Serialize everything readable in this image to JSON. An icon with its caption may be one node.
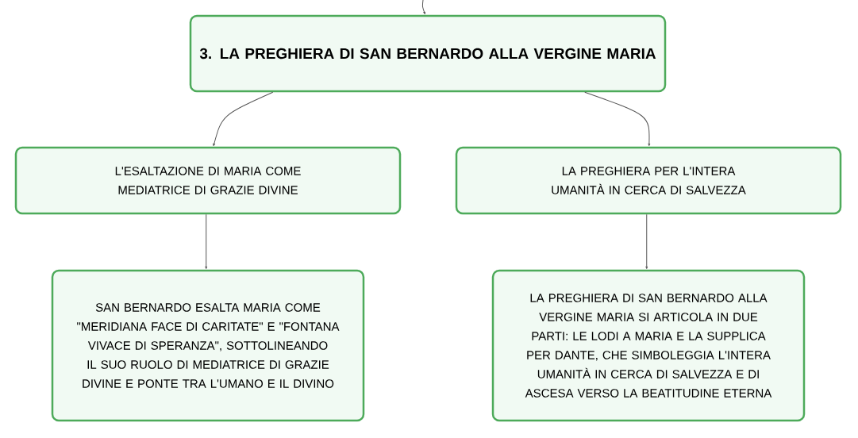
{
  "diagram": {
    "nodes": [
      {
        "text": [
          "3. LA PREGHIERA DI SAN BERNARDO ALLA VERGINE MARIA"
        ]
      },
      {
        "text": [
          "L'ESALTAZIONE DI MARIA COME MEDIATRICE DI GRAZIE DIVINE"
        ]
      },
      {
        "text": [
          "LA PREGHIERA PER L'INTERA UMANITÀ IN CERCA DI SALVEZZA"
        ]
      },
      {
        "text": [
          "SAN BERNARDO ESALTA MARIA COME \"MERIDIANA FACE DI CARITATE\" E \"FONTANA VIVACE DI SPERANZA\", SOTTOLINEANDO IL SUO RUOLO DI MEDIATRICE DI GRAZIE DIVINE E PONTE TRA L'UMANO E IL DIVINO"
        ]
      },
      {
        "text": [
          "LA PREGHIERA DI SAN BERNARDO ALLA VERGINE MARIA SI ARTICOLA IN DUE PARTI: LE LODI A MARIA E LA SUPPLICA PER DANTE, CHE SIMBOLEGGIA L'INTERA UMANITÀ IN CERCA DI SALVEZZA E DI ASCESA VERSO LA BEATITUDINE ETERNA"
        ]
      }
    ],
    "edges": [
      {
        "from": null,
        "to": 0,
        "arrow": "to"
      },
      {
        "from": 0,
        "to": 1,
        "arrow": "to"
      },
      {
        "from": 0,
        "to": 2,
        "arrow": "to"
      },
      {
        "from": 1,
        "to": 3,
        "arrow": "to"
      },
      {
        "from": 2,
        "to": 4,
        "arrow": "to"
      }
    ]
  }
}
